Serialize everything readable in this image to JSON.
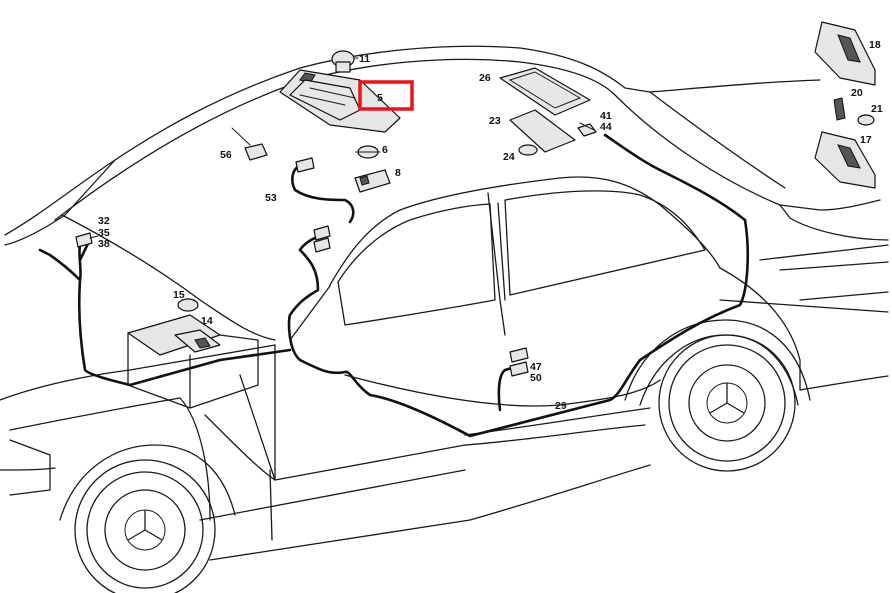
{
  "labels": {
    "l5": "5",
    "l6": "6",
    "l8": "8",
    "l11": "11",
    "l14": "14",
    "l15": "15",
    "l17": "17",
    "l18": "18",
    "l20": "20",
    "l21": "21",
    "l23": "23",
    "l24": "24",
    "l26": "26",
    "l29": "29",
    "l32": "32",
    "l35": "35",
    "l38": "38",
    "l41": "41",
    "l44": "44",
    "l47": "47",
    "l50": "50",
    "l53": "53",
    "l56": "56"
  },
  "highlight": {
    "label": "5",
    "color": "#e8141b"
  }
}
